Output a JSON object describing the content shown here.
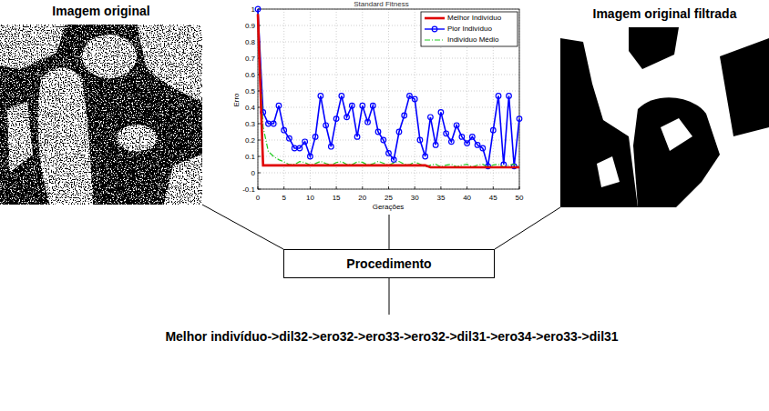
{
  "diagram": {
    "nodes": [
      {
        "text": [
          "Imagem original"
        ]
      },
      {
        "text": [
          "Standard Fitness"
        ]
      },
      {
        "text": [
          "Imagem original filtrada"
        ]
      },
      {
        "text": [
          "Procedimento"
        ]
      }
    ],
    "edges": [
      {
        "from": 0,
        "to": 3,
        "arrow": "none"
      },
      {
        "from": 1,
        "to": 3,
        "arrow": "none"
      },
      {
        "from": 2,
        "to": 3,
        "arrow": "none"
      }
    ],
    "labels": [
      "1",
      "0.9",
      "0.8",
      "0.7",
      "0.6",
      "0.5",
      "0.4",
      "0.3",
      "0.2",
      "0.1",
      "0",
      "-0.1",
      "0",
      "5",
      "10",
      "15",
      "20",
      "25",
      "30",
      "35",
      "40",
      "45",
      "50",
      "Erro",
      "Gerações",
      "Melhor indivíduo->dil32->ero32->ero33->ero32->dil31->ero34->ero33->dil31"
    ],
    "legend": [
      {
        "text": "Melhor Indivíduo"
      },
      {
        "text": "Pior Indivíduo"
      },
      {
        "text": "Indivíduo Médio"
      }
    ]
  }
}
